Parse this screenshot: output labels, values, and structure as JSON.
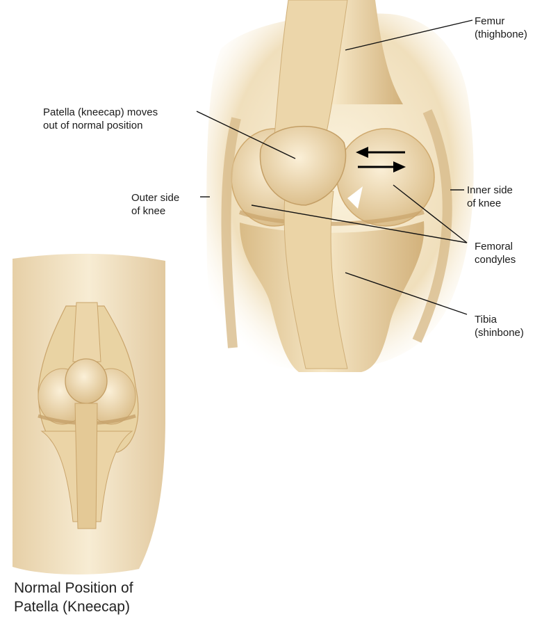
{
  "labels": {
    "femur": [
      "Femur",
      "(thighbone)"
    ],
    "patella": [
      "Patella (kneecap) moves",
      "out of normal position"
    ],
    "outer_side": [
      "Outer side",
      "of knee"
    ],
    "inner_side": [
      "Inner side",
      "of knee"
    ],
    "femoral_condyles": [
      "Femoral",
      "condyles"
    ],
    "tibia": [
      "Tibia",
      "(shinbone)"
    ]
  },
  "caption": [
    "Normal Position of",
    "Patella (Kneecap)"
  ],
  "colors": {
    "skin": "#f1e2c0",
    "bone": "#e9d3a3",
    "shade": "#d4b27a",
    "line": "#111111"
  }
}
